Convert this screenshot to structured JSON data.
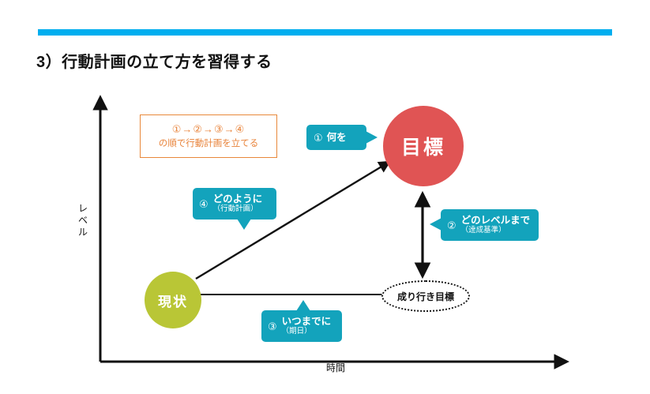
{
  "header": {
    "accent_color": "#00aeef",
    "title": "3）行動計画の立て方を習得する"
  },
  "diagram": {
    "axes": {
      "y_label": "レベル",
      "x_label": "時間"
    },
    "nodes": [
      {
        "id": "goal",
        "label": "目標",
        "color": "#e05454",
        "shape": "circle"
      },
      {
        "id": "current",
        "label": "現状",
        "color": "#b9c636",
        "shape": "circle"
      },
      {
        "id": "drift",
        "label": "成り行き目標",
        "color": "#ffffff",
        "shape": "dotted-ellipse"
      }
    ],
    "sequence_box": {
      "border_color": "#e8883a",
      "text_color": "#e8833a",
      "order": "①→②→③→④",
      "caption": "の順で行動計画を立てる"
    },
    "callouts": [
      {
        "id": "what",
        "number": "①",
        "main": "何を",
        "sub": "",
        "color": "#13a3bc",
        "tail": "right"
      },
      {
        "id": "level",
        "number": "②",
        "main": "どのレベルまで",
        "sub": "（達成基準）",
        "color": "#13a3bc",
        "tail": "left"
      },
      {
        "id": "how",
        "number": "④",
        "main": "どのように",
        "sub": "（行動計画）",
        "color": "#13a3bc",
        "tail": "down"
      },
      {
        "id": "when",
        "number": "③",
        "main": "いつまでに",
        "sub": "（期日）",
        "color": "#13a3bc",
        "tail": "up"
      }
    ]
  }
}
